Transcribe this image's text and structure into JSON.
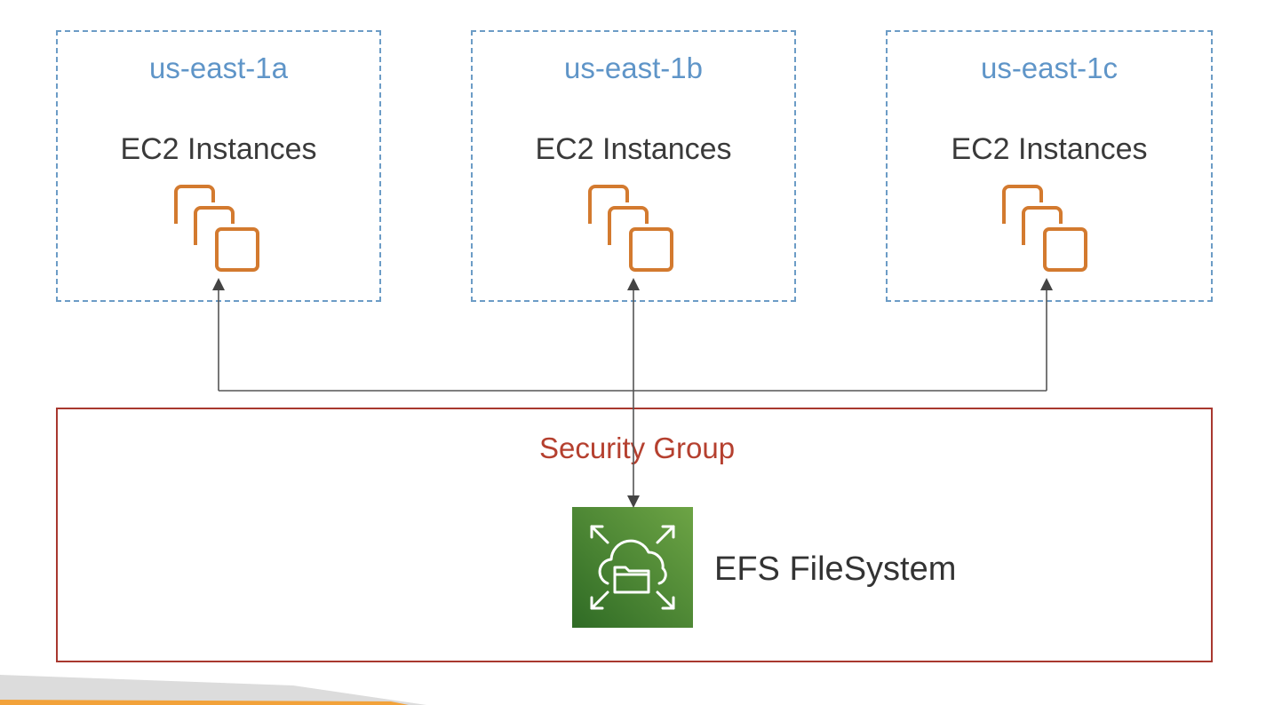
{
  "zones": [
    {
      "name": "us-east-1a",
      "resource_label": "EC2 Instances",
      "icon": "ec2-instances-icon"
    },
    {
      "name": "us-east-1b",
      "resource_label": "EC2 Instances",
      "icon": "ec2-instances-icon"
    },
    {
      "name": "us-east-1c",
      "resource_label": "EC2 Instances",
      "icon": "ec2-instances-icon"
    }
  ],
  "security_group": {
    "label": "Security Group"
  },
  "filesystem": {
    "label": "EFS FileSystem",
    "icon": "efs-filesystem-icon"
  },
  "colors": {
    "zone_border": "#6c9cc6",
    "zone_label": "#5f95c8",
    "ec2_icon": "#d37a2f",
    "security_group": "#a8382f",
    "efs_icon_light": "#6da445",
    "efs_icon_dark": "#2f6b25",
    "arrow": "#555555"
  }
}
